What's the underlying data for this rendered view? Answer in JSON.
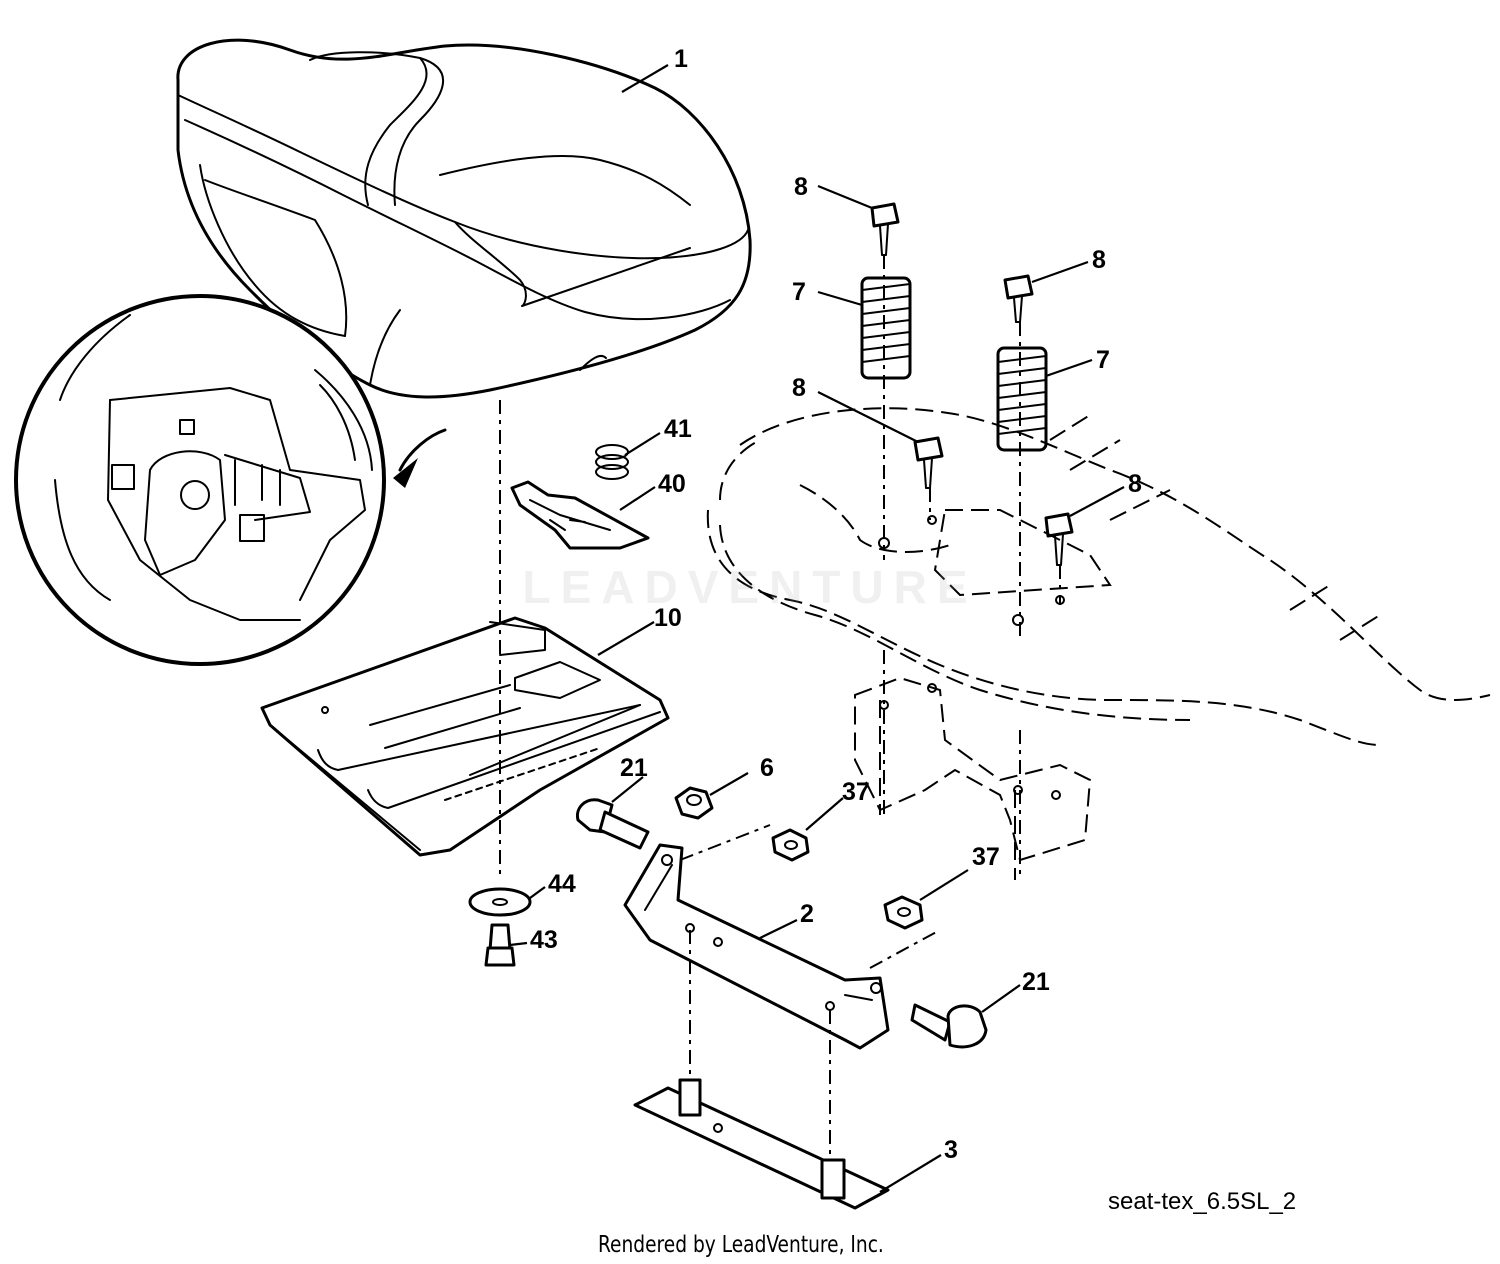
{
  "callouts": [
    {
      "id": "c1",
      "label": "1"
    },
    {
      "id": "c8a",
      "label": "8"
    },
    {
      "id": "c8b",
      "label": "8"
    },
    {
      "id": "c7a",
      "label": "7"
    },
    {
      "id": "c7b",
      "label": "7"
    },
    {
      "id": "c8c",
      "label": "8"
    },
    {
      "id": "c8d",
      "label": "8"
    },
    {
      "id": "c41",
      "label": "41"
    },
    {
      "id": "c40",
      "label": "40"
    },
    {
      "id": "c10",
      "label": "10"
    },
    {
      "id": "c21a",
      "label": "21"
    },
    {
      "id": "c6",
      "label": "6"
    },
    {
      "id": "c37a",
      "label": "37"
    },
    {
      "id": "c37b",
      "label": "37"
    },
    {
      "id": "c44",
      "label": "44"
    },
    {
      "id": "c43",
      "label": "43"
    },
    {
      "id": "c2",
      "label": "2"
    },
    {
      "id": "c21b",
      "label": "21"
    },
    {
      "id": "c3",
      "label": "3"
    }
  ],
  "diagram_id": "seat-tex_6.5SL_2",
  "render_credit": "Rendered by LeadVenture, Inc.",
  "watermark": "LEADVENTURE"
}
